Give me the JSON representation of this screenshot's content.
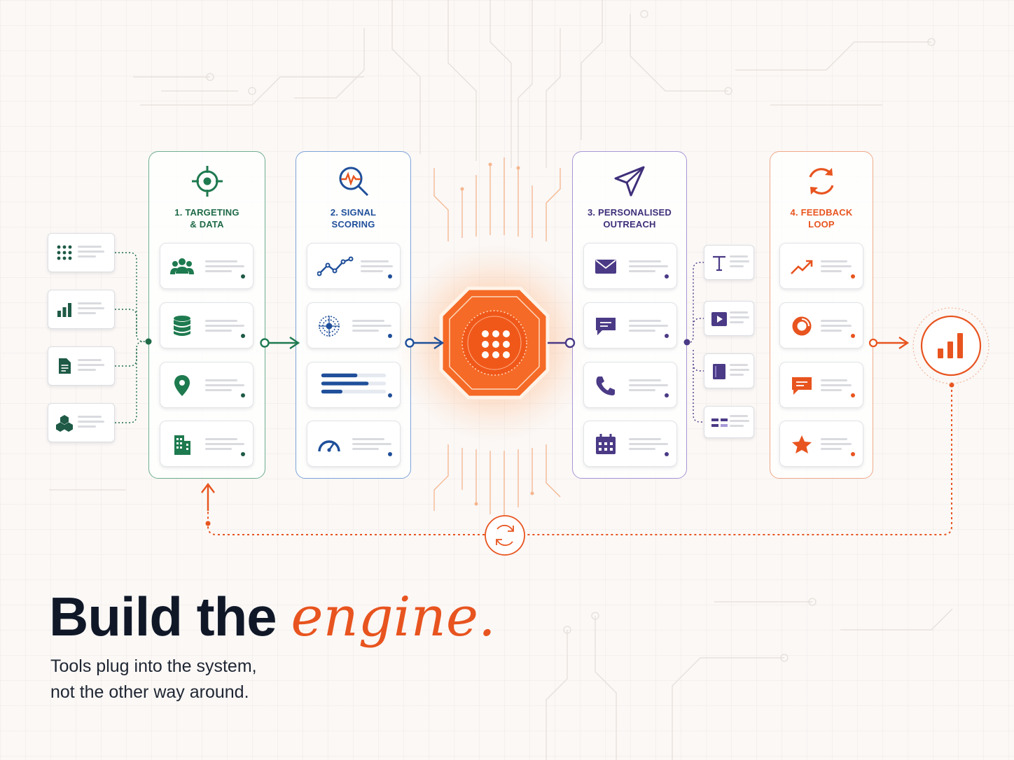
{
  "colors": {
    "green": "#1e7a4f",
    "blue": "#1f5fb8",
    "purple": "#5a3fa0",
    "orange": "#e8541f",
    "dark": "#101828"
  },
  "stages": [
    {
      "id": "targeting",
      "title_line1": "1. TARGETING",
      "title_line2": "& DATA",
      "icon": "target-icon",
      "cards": [
        "users-icon",
        "database-icon",
        "map-pin-icon",
        "building-icon"
      ]
    },
    {
      "id": "signal",
      "title_line1": "2. SIGNAL",
      "title_line2": "SCORING",
      "icon": "signal-search-icon",
      "cards": [
        "line-chart-icon",
        "radar-icon",
        "bar-rows-icon",
        "gauge-icon"
      ]
    },
    {
      "id": "outreach",
      "title_line1": "3. PERSONALISED",
      "title_line2": "OUTREACH",
      "icon": "send-icon",
      "cards": [
        "mail-icon",
        "chat-icon",
        "phone-icon",
        "calendar-icon"
      ]
    },
    {
      "id": "feedback",
      "title_line1": "4. FEEDBACK",
      "title_line2": "LOOP",
      "icon": "refresh-icon",
      "cards": [
        "trend-up-icon",
        "donut-chart-icon",
        "comment-icon",
        "star-icon"
      ]
    }
  ],
  "input_tools": [
    "grid-dots-icon",
    "bar-chart-icon",
    "document-icon",
    "cubes-icon"
  ],
  "output_tools": [
    "text-icon",
    "video-icon",
    "book-icon",
    "layout-icon"
  ],
  "center": {
    "icon": "engine-grid-icon"
  },
  "result": {
    "icon": "bar-chart-result-icon"
  },
  "loop": {
    "icon": "cycle-icon"
  },
  "headline": {
    "part1": "Build the ",
    "accent": "engine."
  },
  "subtitle": {
    "line1": "Tools plug into the system,",
    "line2": "not the other way around."
  }
}
